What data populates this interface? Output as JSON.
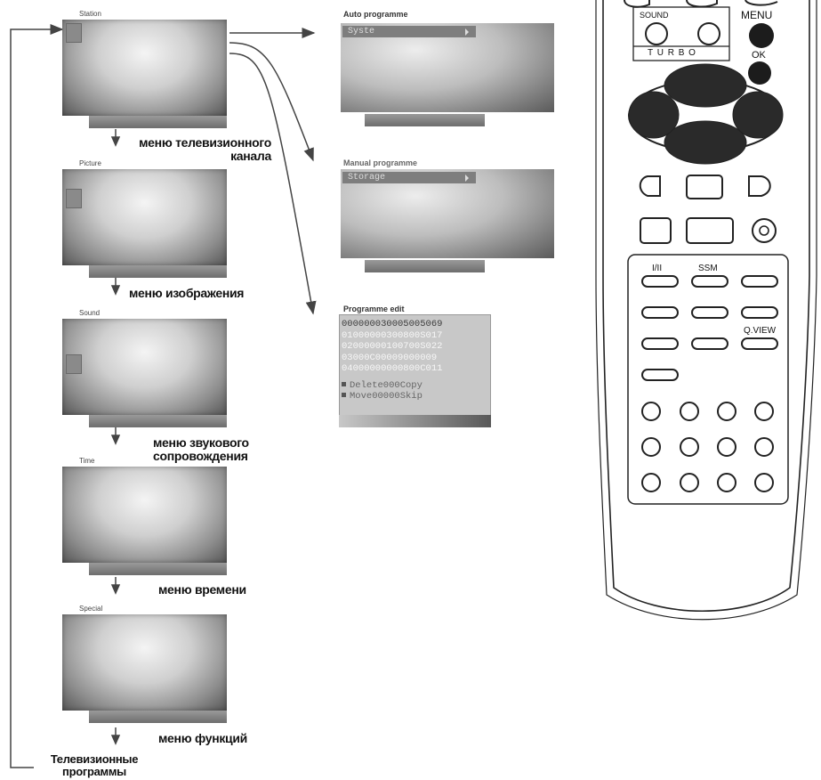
{
  "menus": [
    {
      "title": "Station",
      "caption": [
        "меню телевизионного",
        "канала"
      ]
    },
    {
      "title": "Picture",
      "caption": [
        "меню изображения"
      ]
    },
    {
      "title": "Sound",
      "caption": [
        "меню звукового",
        "сопровождения"
      ]
    },
    {
      "title": "Time",
      "caption": [
        "меню времени"
      ]
    },
    {
      "title": "Special",
      "caption": [
        "меню функций"
      ]
    }
  ],
  "submenus": {
    "auto": {
      "title": "Auto programme",
      "bar": "Syste"
    },
    "manual": {
      "title": "Manual programme",
      "bar": "Storage"
    },
    "edit": {
      "title": "Programme edit",
      "rows": [
        "000000030005005069",
        "01000000300800S017",
        "02000000100700S022",
        "03000C00009000009",
        "04000000000800C011"
      ],
      "commands": [
        "Delete000Copy",
        "Move00000Skip"
      ]
    }
  },
  "bottom_caption": [
    "Телевизионные",
    "программы"
  ],
  "remote": {
    "sound": "SOUND",
    "turbo": "T U R B O",
    "menu": "MENU",
    "ok": "OK",
    "i_ii": "I/II",
    "ssm": "SSM",
    "qview": "Q.VIEW"
  },
  "colors": {
    "screen_dark": "#565656",
    "screen_light": "#f4f4f4",
    "line": "#444444"
  }
}
